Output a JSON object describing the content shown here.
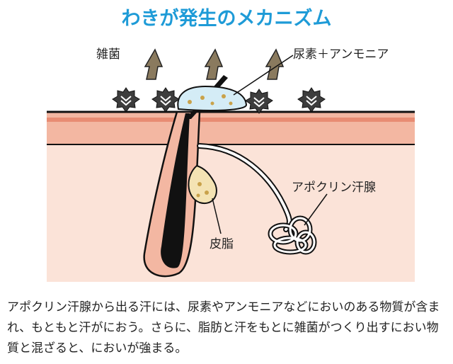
{
  "title": "わきが発生のメカニズム",
  "labels": {
    "bacteria": "雑菌",
    "urea_ammonia": "尿素＋アンモニア",
    "apocrine_gland": "アポクリン汗腺",
    "sebum": "皮脂"
  },
  "caption": "アポクリン汗腺から出る汗には、尿素やアンモニアなどにおいのある物質が含まれ、もともと汗がにおう。さらに、脂肪と汗をもとに雑菌がつくり出すにおい物質と混ざると、においが強まる。",
  "colors": {
    "title": "#1e9bd7",
    "skin_lower": "#fbe3d8",
    "skin_upper": "#f3b7a2",
    "skin_stripe": "#e88c73",
    "hair": "#111111",
    "bacteria": "#3d3d3d",
    "sweat_drop": "#d4ecf6",
    "sebum": "#f4e3b3",
    "odor_arrow": "#8a7a5e"
  }
}
